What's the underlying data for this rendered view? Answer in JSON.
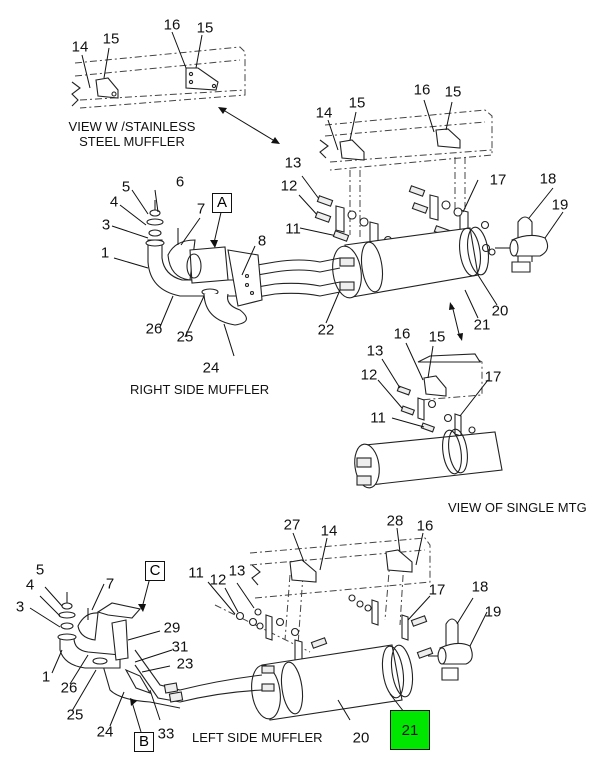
{
  "diagram": {
    "captions": {
      "stainless_view": "VIEW W /STAINLESS\nSTEEL MUFFLER",
      "right_side": "RIGHT SIDE MUFFLER",
      "single_mtg": "VIEW OF SINGLE MTG",
      "left_side": "LEFT SIDE MUFFLER"
    },
    "view_markers": {
      "a": "A",
      "b": "B",
      "c": "C"
    },
    "highlighted_part": "21",
    "highlight_color": "#00e600",
    "callouts": {
      "stainless": [
        "14",
        "15",
        "16",
        "15"
      ],
      "upper_frame": [
        "14",
        "15",
        "16",
        "15"
      ],
      "right_side": [
        "13",
        "12",
        "11",
        "17",
        "18",
        "19",
        "5",
        "6",
        "4",
        "7",
        "3",
        "1",
        "8",
        "26",
        "25",
        "24",
        "22",
        "21",
        "20"
      ],
      "single_mtg": [
        "16",
        "15",
        "13",
        "12",
        "17",
        "11"
      ],
      "left_side": [
        "27",
        "14",
        "28",
        "16",
        "5",
        "4",
        "3",
        "7",
        "11",
        "12",
        "13",
        "17",
        "18",
        "19",
        "29",
        "31",
        "23",
        "1",
        "26",
        "25",
        "24",
        "33",
        "20"
      ]
    }
  }
}
